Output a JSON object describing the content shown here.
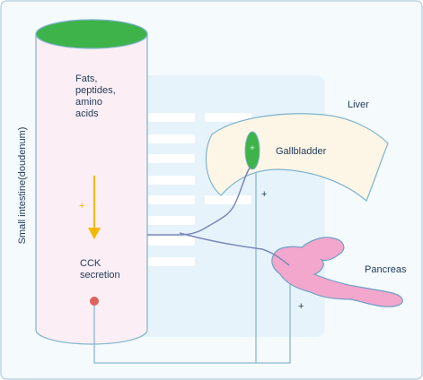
{
  "labels": {
    "small_intestine": "Small intestine(doudenum)",
    "fats_line1": "Fats,",
    "fats_line2": "peptides,",
    "fats_line3": "amino",
    "fats_line4": "acids",
    "cck_line1": "CCK",
    "cck_line2": "secretion",
    "liver": "Liver",
    "gallbladder": "Gallbladder",
    "pancreas": "Pancreas",
    "plus_intestine": "+",
    "plus_gallbladder": "+",
    "plus_liver": "+",
    "plus_pancreas": "+"
  },
  "colors": {
    "frame_border": "#9ec3d6",
    "frame_fill": "#f5fafd",
    "backdrop": "#e6f3fb",
    "backdrop_lines": "#ffffff",
    "cylinder_fill": "#fbeef4",
    "cylinder_top": "#3db34a",
    "cylinder_stroke": "#7fb3cc",
    "arrow": "#f5b800",
    "liver_fill": "#fdf6e6",
    "liver_stroke": "#7fb3cc",
    "gallbladder_fill": "#3db34a",
    "pancreas_fill": "#f3a7cc",
    "pancreas_stroke": "#6f9fc6",
    "duct": "#7b88b8",
    "nerve": "#8ab8d2",
    "dot": "#e0605e",
    "text": "#1f3a5a"
  }
}
